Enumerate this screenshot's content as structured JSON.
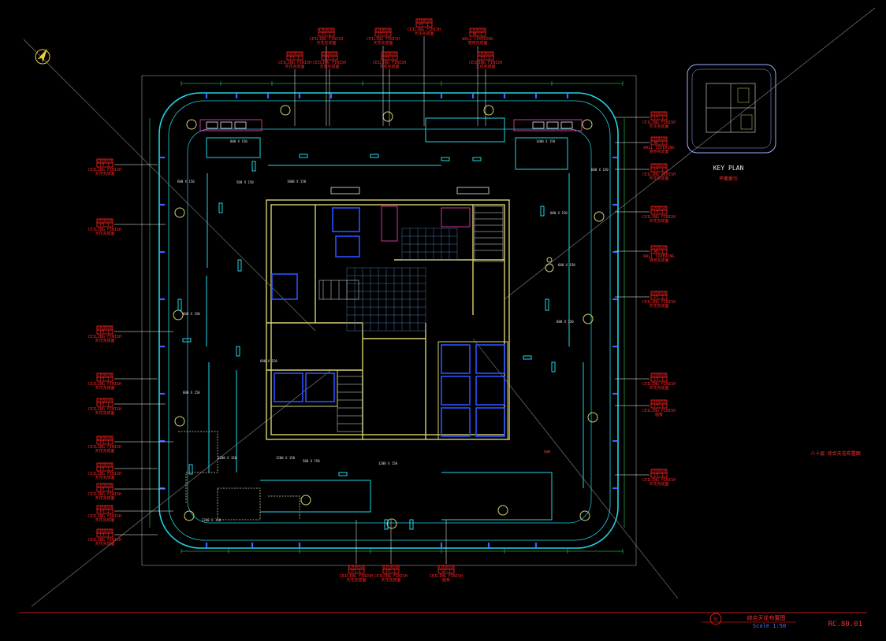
{
  "key_plan": {
    "title": "KEY PLAN",
    "subtitle": "平面索引"
  },
  "floor_label": "八十层  综合天花布置图",
  "title_block": {
    "drawing_title": "综合天花布置图",
    "scale": "Scale 1:50",
    "number": "01",
    "sheet_code": "RC.80.01"
  },
  "tags_left": [
    {
      "code": "CH3650",
      "type": "PT-1",
      "note": "CEILING FINISH",
      "cn": "天花完成面"
    },
    {
      "code": "CH3650",
      "type": "PT-1",
      "note": "CEILING FINISH",
      "cn": "天花完成面"
    },
    {
      "code": "CH3650",
      "type": "PT-1",
      "note": "CEILING FINISH",
      "cn": "天花完成面"
    },
    {
      "code": "CH3650",
      "type": "PT-1",
      "note": "CEILING FINISH",
      "cn": "天花完成面"
    },
    {
      "code": "CH3650",
      "type": "PT-1",
      "note": "CEILING FINISH",
      "cn": "天花完成面"
    },
    {
      "code": "CH3650",
      "type": "PT-1",
      "note": "CEILING FINISH",
      "cn": "天花完成面"
    },
    {
      "code": "CH3650",
      "type": "PT-1",
      "note": "CEILING FINISH",
      "cn": "天花完成面"
    },
    {
      "code": "CH3650",
      "type": "PT-1",
      "note": "CEILING FINISH",
      "cn": "天花完成面"
    },
    {
      "code": "CH3650",
      "type": "PT-1",
      "note": "CEILING FINISH",
      "cn": "天花完成面"
    },
    {
      "code": "CH3650",
      "type": "PT-1",
      "note": "CEILING FINISH",
      "cn": "天花完成面"
    }
  ],
  "tags_right": [
    {
      "code": "CH3650",
      "type": "PT-1",
      "note": "CEILING FINISH",
      "cn": "天花完成面"
    },
    {
      "code": "CH3650",
      "type": "WC-1",
      "note": "WALL COVERING",
      "cn": "墙身完成面"
    },
    {
      "code": "CH3650",
      "type": "PT-1",
      "note": "CEILING FINISH",
      "cn": "天花完成面"
    },
    {
      "code": "CH3650",
      "type": "PT-1",
      "note": "CEILING FINISH",
      "cn": "天花完成面"
    },
    {
      "code": "CH3650",
      "type": "WC-1",
      "note": "WALL COVERING",
      "cn": "墙身完成面"
    },
    {
      "code": "CH3650",
      "type": "PT-1",
      "note": "CEILING FINISH",
      "cn": "天花完成面"
    },
    {
      "code": "CH3650",
      "type": "PT-1",
      "note": "CEILING FINISH",
      "cn": "天花完成面"
    },
    {
      "code": "CH3650",
      "type": "PT-1",
      "note": "CEILING FINISH",
      "cn": "面板"
    },
    {
      "code": "CH3650",
      "type": "PT-1",
      "note": "CEILING FINISH",
      "cn": "天花完成面"
    }
  ],
  "tags_top": [
    {
      "code": "CH3650",
      "type": "PT-1",
      "note": "CEILING FINISH",
      "cn": "天花完成面"
    },
    {
      "code": "CH3650",
      "type": "PT-1",
      "note": "CEILING FINISH",
      "cn": "天花完成面"
    },
    {
      "code": "CH3650",
      "type": "PT-1",
      "note": "CEILING FINISH",
      "cn": "天花完成面"
    },
    {
      "code": "CH3650",
      "type": "PT-1",
      "note": "CEILING FINISH",
      "cn": "天花完成面"
    },
    {
      "code": "CH3650",
      "type": "PT-1",
      "note": "CEILING FINISH",
      "cn": "天花完成面"
    },
    {
      "code": "CH3650",
      "type": "WC-1",
      "note": "WALL COVERING",
      "cn": "墙身完成面"
    },
    {
      "code": "CH3650",
      "type": "PT-1",
      "note": "CEILING FINISH",
      "cn": "天花完成面"
    },
    {
      "code": "CH3650",
      "type": "PT-1",
      "note": "CEILING FINISH",
      "cn": "天花完成面"
    }
  ],
  "tags_bottom": [
    {
      "code": "CH3650",
      "type": "PT-1",
      "note": "CEILING FINISH",
      "cn": "天花完成面"
    },
    {
      "code": "CH3650",
      "type": "PT-1",
      "note": "CEILING FINISH",
      "cn": "天花完成面"
    },
    {
      "code": "CH3650",
      "type": "SP-1",
      "note": "CEILING FINISH",
      "cn": "面板"
    }
  ],
  "colors": {
    "background": "#000000",
    "tag": "#ff2222",
    "ceiling": "#1fd6e6",
    "core_wall": "#d7d070",
    "elevator": "#2a50ff",
    "dimension": "#22ff66",
    "annotation": "#e6e6e6"
  }
}
